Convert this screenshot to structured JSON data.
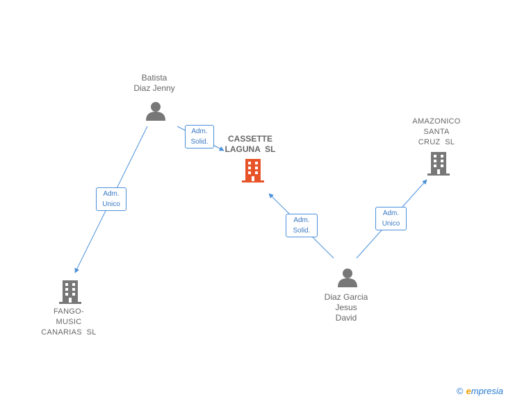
{
  "nodes": {
    "batista": {
      "lines": [
        "Batista",
        "Diaz Jenny"
      ],
      "type": "person"
    },
    "cassette": {
      "lines": [
        "CASSETTE",
        "LAGUNA  SL"
      ],
      "type": "company-main"
    },
    "amazonico": {
      "lines": [
        "AMAZONICO",
        "SANTA",
        "CRUZ  SL"
      ],
      "type": "company"
    },
    "fango": {
      "lines": [
        "FANGO-",
        "MUSIC",
        "CANARIAS  SL"
      ],
      "type": "company"
    },
    "diaz": {
      "lines": [
        "Diaz Garcia",
        "Jesus",
        "David"
      ],
      "type": "person"
    }
  },
  "relations": {
    "batista_cassette": [
      "Adm.",
      "Solid."
    ],
    "batista_fango": [
      "Adm.",
      "Unico"
    ],
    "diaz_cassette": [
      "Adm.",
      "Solid."
    ],
    "diaz_amazonico": [
      "Adm.",
      "Unico"
    ]
  },
  "colors": {
    "edge": "#4a90d9",
    "person": "#777777",
    "company": "#777777",
    "main_company": "#e8542a"
  },
  "footer": {
    "copyright": "©",
    "brand_first": "e",
    "brand_rest": "mpresia"
  }
}
